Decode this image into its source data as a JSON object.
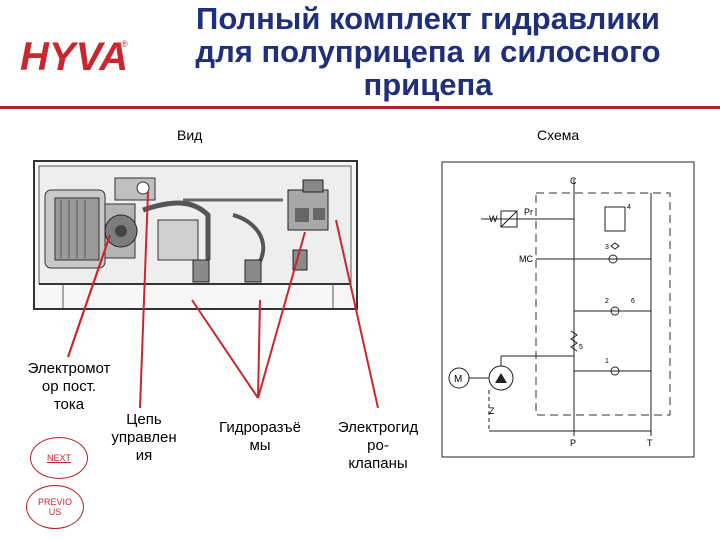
{
  "brand": {
    "logo_text": "HYVA",
    "registered_mark": "®"
  },
  "title_lines": [
    "Полный комплект гидравлики",
    "для полуприцепа и силосного",
    "прицепа"
  ],
  "view_label": "Вид",
  "schema_label": "Схема",
  "callouts": {
    "motor": [
      "Электромот",
      "ор пост.",
      "тока"
    ],
    "control": [
      "Цепь",
      "управлен",
      "ия"
    ],
    "connectors": [
      "Гидроразъё",
      "мы"
    ],
    "valves": [
      "Электрогид",
      "ро-",
      "клапаны"
    ]
  },
  "nav": {
    "next": "NEXT",
    "previous": [
      "PREVIO",
      "US"
    ]
  },
  "schema_text": {
    "top_port": "C",
    "pr": "Pr",
    "mc": "MC",
    "m": "M",
    "z": "Z",
    "p": "P",
    "t": "T",
    "num4": "4",
    "num3": "3",
    "num2": "2",
    "num6": "6",
    "num5": "5",
    "num1": "1"
  },
  "colors": {
    "title": "#1f2f7a",
    "accent_red": "#b52024"
  }
}
